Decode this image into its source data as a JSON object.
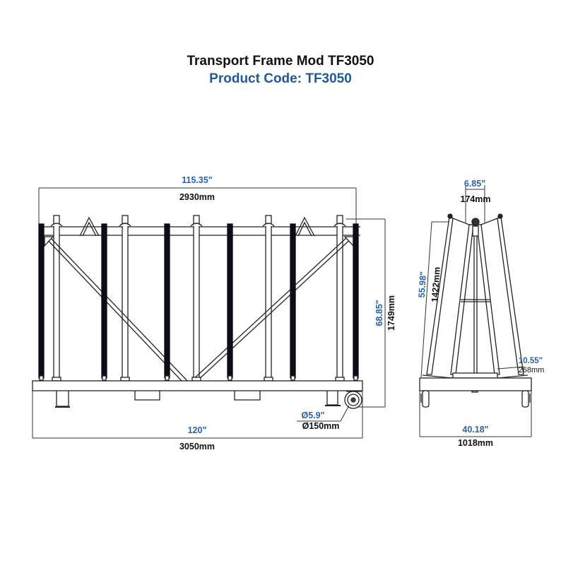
{
  "header": {
    "title": "Transport Frame Mod TF3050",
    "product_code": "Product Code: TF3050"
  },
  "colors": {
    "title": "#111111",
    "accent_blue": "#2a63ad",
    "line": "#222222",
    "padding_black": "#0d0d18"
  },
  "front_view": {
    "top_width_in": "115.35\"",
    "top_width_mm": "2930mm",
    "height_in": "68.85\"",
    "height_mm": "1749mm",
    "base_width_in": "120\"",
    "base_width_mm": "3050mm",
    "wheel_in": "Ø5.9\"",
    "wheel_mm": "Ø150mm"
  },
  "side_view": {
    "top_gap_in": "6.85\"",
    "top_gap_mm": "174mm",
    "arm_length_in": "55.98\"",
    "arm_length_mm": "1422mm",
    "ledge_in": "10.55\"",
    "ledge_mm": "268mm",
    "base_width_in": "40.18\"",
    "base_width_mm": "1018mm"
  }
}
